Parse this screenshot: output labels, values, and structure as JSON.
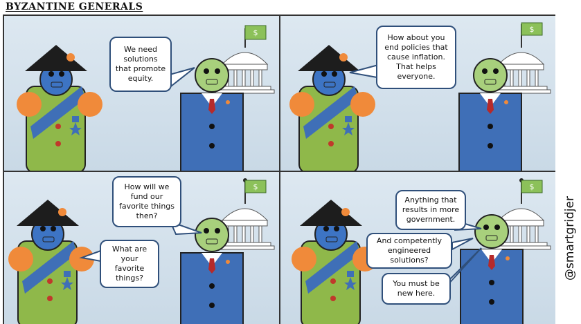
{
  "title": "BYZANTINE GENERALS",
  "signature": "@smartgridjer",
  "panels": [
    {
      "bubbles": [
        "We need solutions that promote equity."
      ]
    },
    {
      "bubbles": [
        "How about you end policies that cause inflation. That helps everyone."
      ]
    },
    {
      "bubbles": [
        "How will we fund our favorite things then?",
        "What are your favorite things?"
      ]
    },
    {
      "bubbles": [
        "Anything that results in more government.",
        "And competently engineered solutions?",
        "You must be new here."
      ]
    }
  ],
  "flag_symbol": "$",
  "colors": {
    "sky": "#d7e4ee",
    "general_head": "#3d74c4",
    "general_body": "#8fb84a",
    "sash": "#3f6fb7",
    "shoulder": "#f08a3a",
    "hat": "#1d1d1d",
    "medal": "#f08a3a",
    "politician_head": "#a8d07c",
    "suit": "#3f6fb7",
    "tie": "#b62a2a",
    "flag": "#8cc15a",
    "capitol": "#ffffff"
  }
}
